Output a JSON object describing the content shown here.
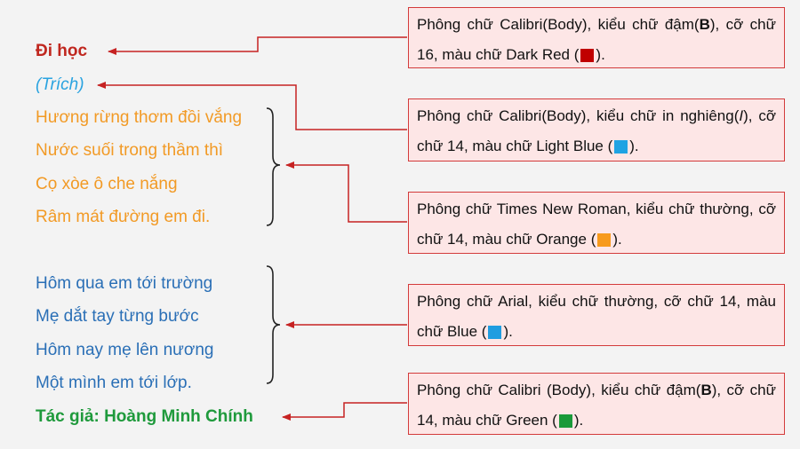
{
  "poem": {
    "title": "Đi học",
    "excerpt": "(Trích)",
    "stanza1": [
      "Hương rừng thơm đồi vắng",
      "Nước suối trong thầm thì",
      "Cọ xòe ô che nắng",
      "Râm mát đường em đi."
    ],
    "stanza2": [
      "Hôm qua em tới trường",
      "Mẹ dắt tay từng bước",
      "Hôm nay mẹ lên nương",
      "Một mình em tới lớp."
    ],
    "author": "Tác giả: Hoàng Minh Chính"
  },
  "annotations": [
    {
      "before": "Phông chữ Calibri(Body), kiểu chữ đậm(",
      "em": "B",
      "after": "), cỡ chữ 16, màu chữ Dark Red (",
      "tail": ").",
      "color": "#c00000"
    },
    {
      "before": "Phông chữ Calibri(Body), kiểu chữ in nghiêng(",
      "em": "I",
      "after": "), cỡ chữ 14, màu chữ Light Blue (",
      "tail": ").",
      "color": "#1fa3e3"
    },
    {
      "before": "Phông chữ Times New Roman, kiểu chữ thường, cỡ chữ 14, màu chữ Orange (",
      "em": "",
      "after": "",
      "tail": ").",
      "color": "#f79a1c"
    },
    {
      "before": "Phông chữ Arial, kiểu chữ thường, cỡ chữ 14, màu chữ Blue (",
      "em": "",
      "after": "",
      "tail": ").",
      "color": "#1f9de0"
    },
    {
      "before": "Phông chữ Calibri (Body), kiểu chữ đậm(",
      "em": "B",
      "after": "), cỡ chữ 14, màu chữ Green (",
      "tail": ").",
      "color": "#1a9a3a"
    }
  ]
}
